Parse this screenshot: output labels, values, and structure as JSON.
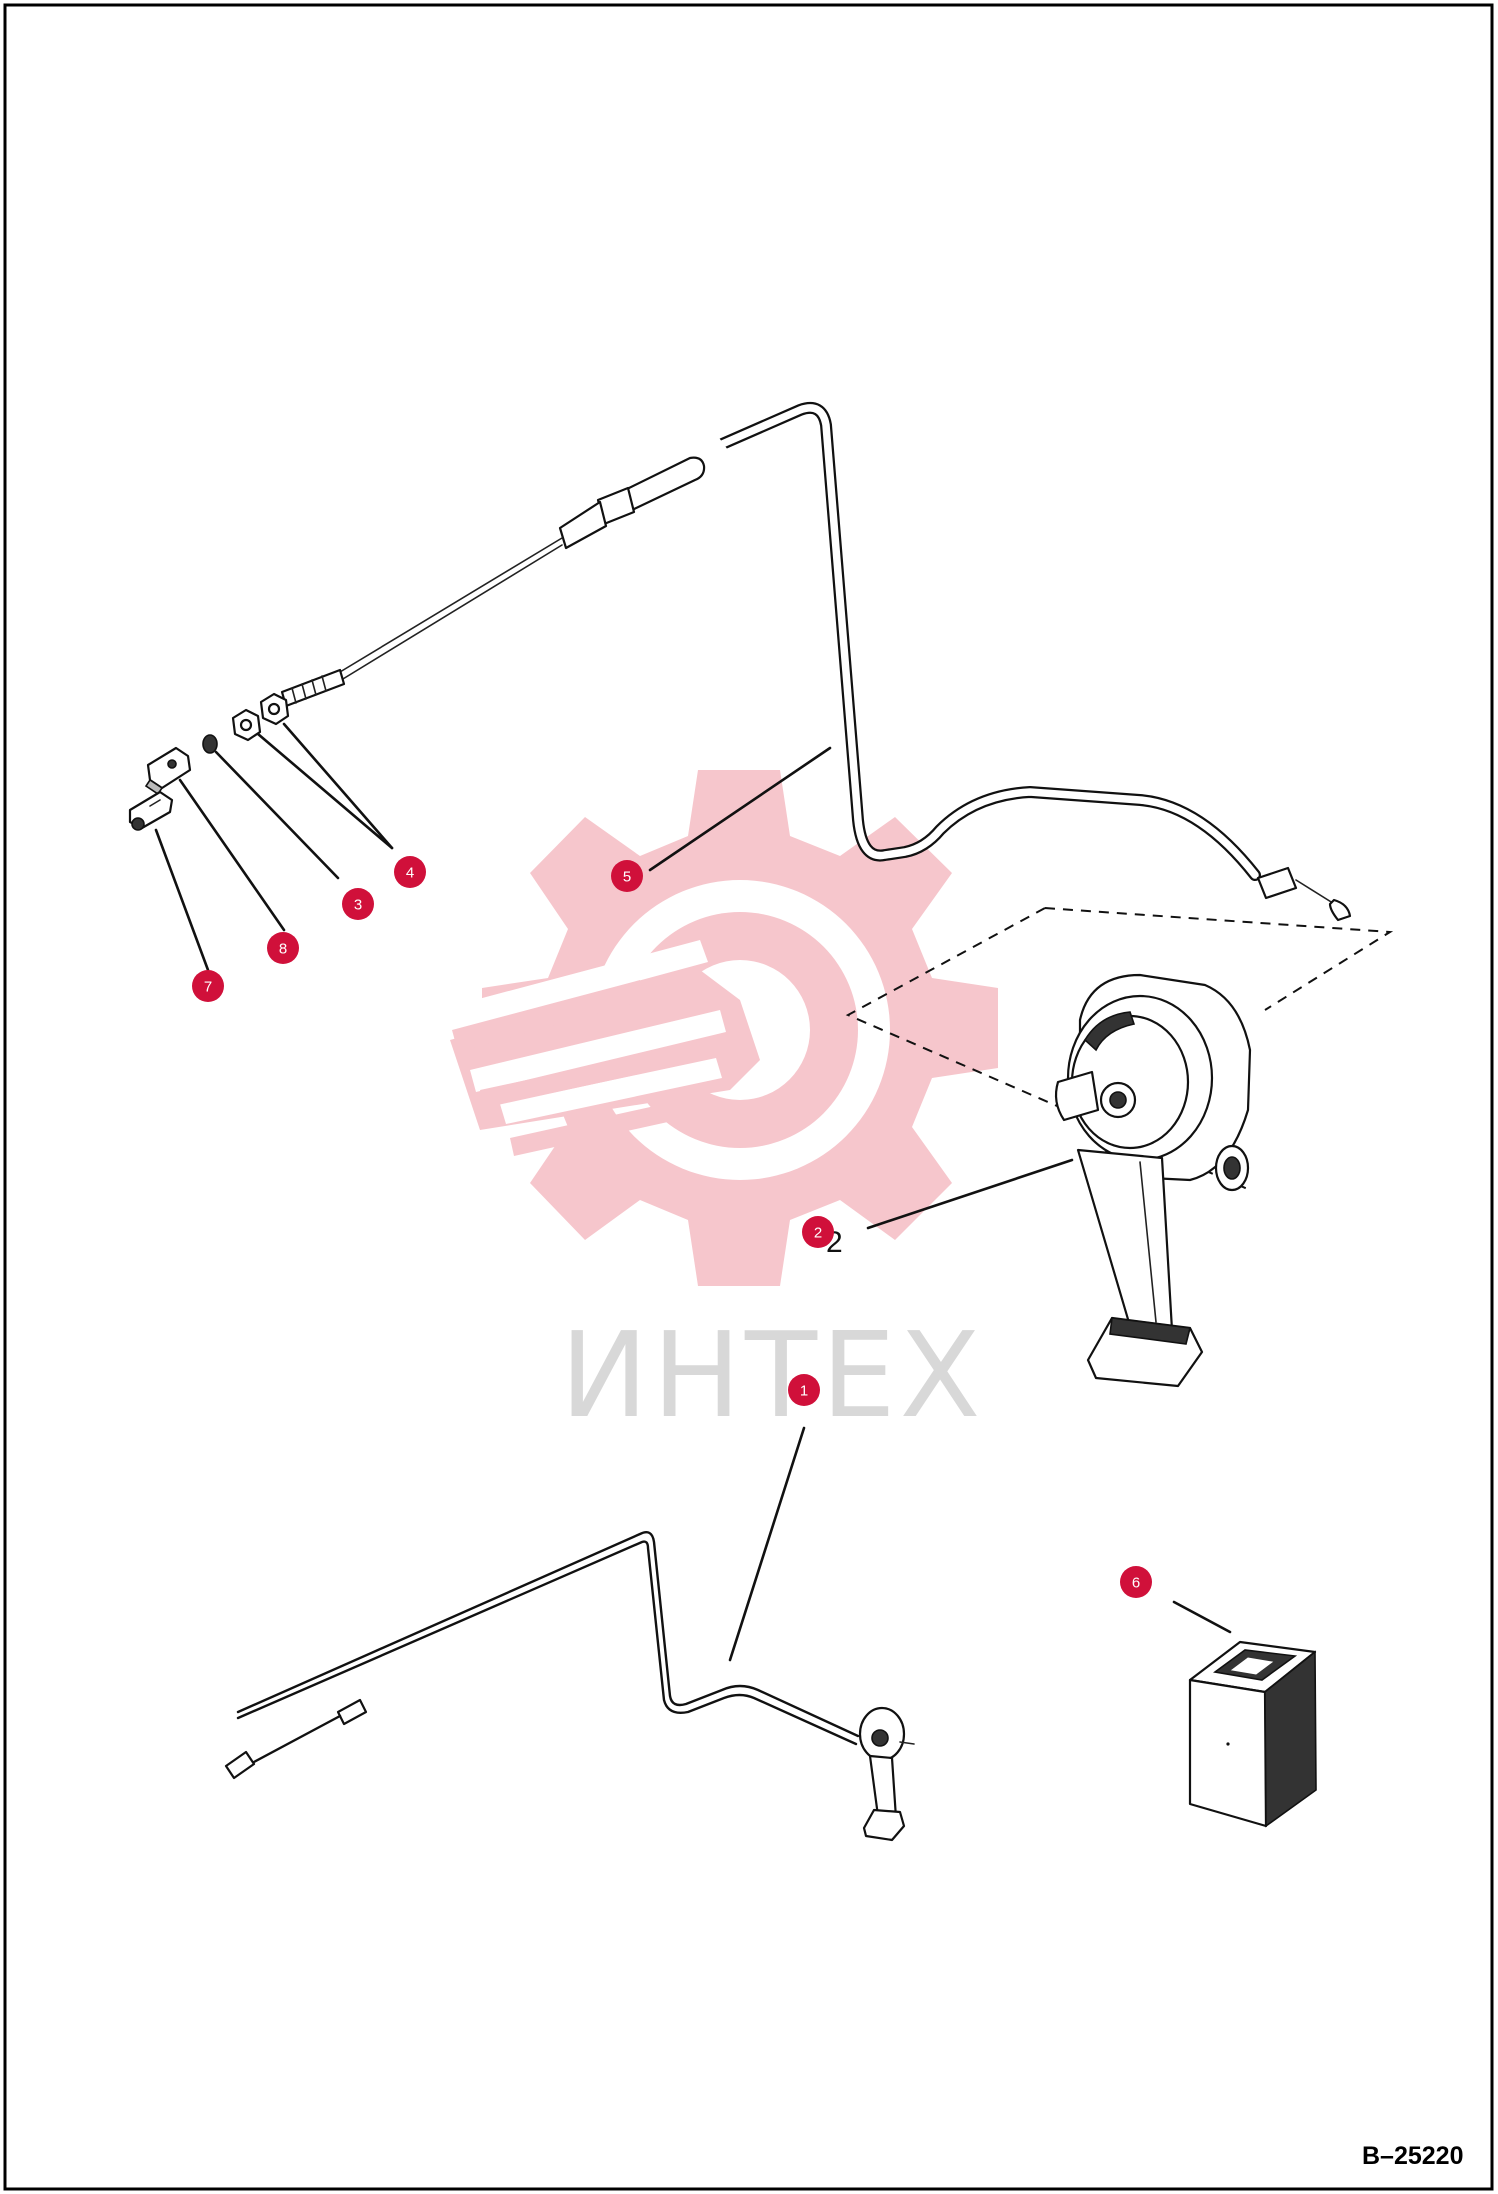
{
  "drawing_code": "B–25220",
  "watermark": {
    "text": "ИНТЕХ",
    "icon": "gear-wrench-logo-icon",
    "color": "#f6c6cc"
  },
  "callout_color": "#d0103a",
  "callouts": [
    {
      "id": "1",
      "label": "1",
      "target": "small-pedal-cable-assembly"
    },
    {
      "id": "2",
      "label": "2",
      "target": "pedal-assembly"
    },
    {
      "id": "3",
      "label": "3",
      "target": "lock-washer"
    },
    {
      "id": "4",
      "label": "4",
      "target": "jam-nuts"
    },
    {
      "id": "5",
      "label": "5",
      "target": "control-cable"
    },
    {
      "id": "6",
      "label": "6",
      "target": "decal-kit-box"
    },
    {
      "id": "7",
      "label": "7",
      "target": "ball-joint"
    },
    {
      "id": "8",
      "label": "8",
      "target": "clevis"
    }
  ],
  "ghost_labels": {
    "pedal": "2"
  }
}
